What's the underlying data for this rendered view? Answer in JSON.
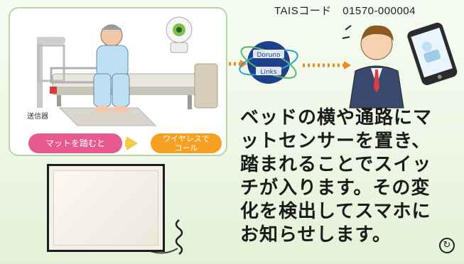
{
  "header": {
    "tais_code": "TAISコード　01570-000004"
  },
  "illustration": {
    "transmitter_label": "送信器",
    "step_mat": "マットを踏むと",
    "step_wireless_line1": "ワイヤレスで",
    "step_wireless_line2": "コール",
    "logo_text_top": "Doruno",
    "logo_text_bottom": "Links"
  },
  "description": {
    "lines": [
      "ベッドの横や通路にマ",
      "ットセンサーを置き、",
      "踏まれることでスイッ",
      "チが入ります。その変",
      "化を検出してスマホに",
      "お知らせします。"
    ]
  },
  "icons": {
    "next": "arrow-circle-icon"
  },
  "colors": {
    "pink_pill": "#e65a8f",
    "orange_pill": "#f5a020",
    "dotted_arrow": "#f08a1c",
    "frame_border": "#b9d7a6"
  }
}
